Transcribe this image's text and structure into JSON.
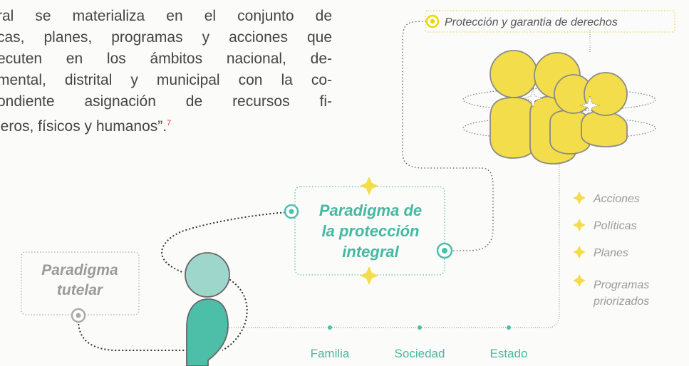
{
  "paragraph": {
    "lines": [
      "ral se materializa en el conjunto de",
      "cas, planes, programas y acciones que",
      "ecuten en los ámbitos nacional, de-",
      "mental, distrital y municipal con la co-",
      "ondiente asignación de recursos fi-",
      "ieros, físicos y humanos”."
    ],
    "footnote": "7"
  },
  "top_label": "Protección  y garantia de derechos",
  "center_box": {
    "line1": "Paradigma de",
    "line2": "la protección",
    "line3": "integral"
  },
  "left_box": {
    "line1": "Paradigma",
    "line2": "tutelar"
  },
  "actions": [
    "Acciones",
    "Políticas",
    "Planes",
    "Programas",
    "priorizados"
  ],
  "actors": [
    "Familia",
    "Sociedad",
    "Estado"
  ],
  "colors": {
    "yellow": "#f4dd4a",
    "teal": "#4dbfa9",
    "teal_light": "#9ed6cc",
    "gray_outline": "#8a8a8a",
    "text_gray": "#9a9a9a"
  }
}
